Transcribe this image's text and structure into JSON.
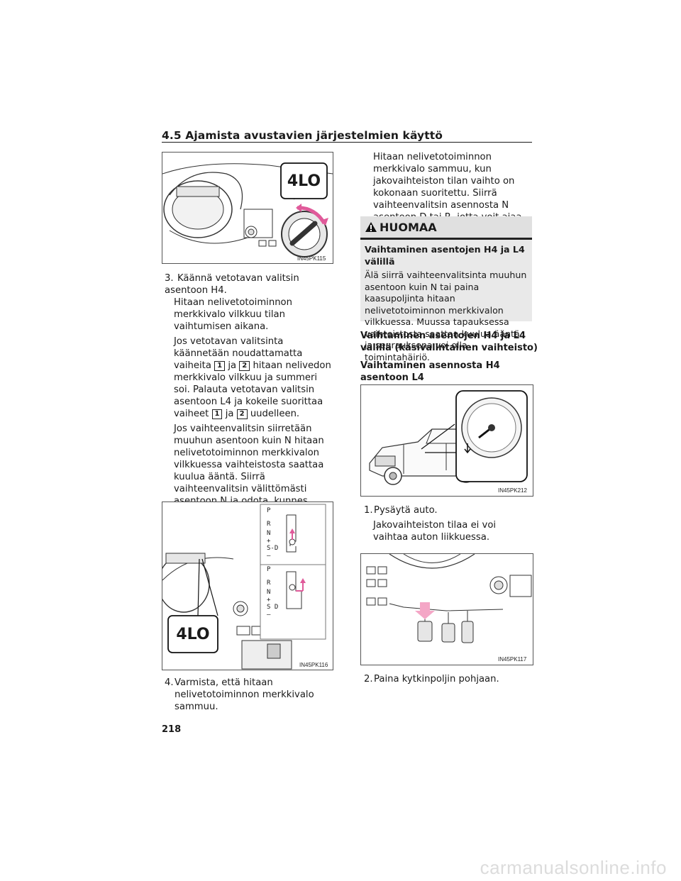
{
  "header": {
    "title": "4.5  Ajamista avustavien järjestelmien käyttö"
  },
  "fig1": {
    "code": "IN45PK115",
    "badge": "4LO"
  },
  "step3": {
    "num": "3.",
    "line": "Käännä vetotavan valitsin asentoon H4.",
    "p1": "Hitaan nelivetotoiminnon merkkivalo vilkkuu tilan vaihtumisen aikana.",
    "p2a": "Jos vetotavan valitsinta käännetään noudattamatta vaiheita",
    "p2b": "ja",
    "p2c": "hitaan nelivedon merkkivalo vilkkuu ja summeri soi. Palauta vetotavan valitsin asentoon L4 ja kokeile suorittaa vaiheet",
    "p2d": "ja",
    "p2e": "uudelleen.",
    "box1": "1",
    "box2": "2",
    "p3": "Jos vaihteenvalitsin siirretään muuhun asentoon kuin N hitaan nelivetotoiminnon merkkivalon vilkkuessa vaihteistosta saattaa kuulua ääntä. Siirrä vaihteenvalitsin välittömästi asentoon N ja odota, kunnes jakovaihteiston tilan vaihto on kokonaan suoritettu."
  },
  "fig2": {
    "code": "IN45PK116",
    "badge": "4LO",
    "gate_upper": [
      "P",
      "R",
      "N",
      "+",
      "S-D",
      "–"
    ],
    "gate_lower": [
      "P",
      "R",
      "N",
      "+",
      "S",
      "D",
      "–"
    ]
  },
  "step4": {
    "num": "4.",
    "text": "Varmista, että hitaan nelivetotoiminnon merkkivalo sammuu."
  },
  "right_intro": "Hitaan nelivetotoiminnon merkkivalo sammuu, kun jakovaihteiston tilan vaihto on kokonaan suoritettu. Siirrä vaihteenvalitsin asennosta N asentoon D tai R, jotta voit ajaa autoa.",
  "notice": {
    "title": "HUOMAA",
    "subtitle": "Vaihtaminen asentojen H4 ja L4 välillä",
    "body": "Älä siirrä vaihteenvalitsinta muuhun asentoon kuin N tai paina kaasupoljinta hitaan nelivetotoiminnon merkkivalon vilkkuessa. Muussa tapauksessa vaihteistosta saattaa kuulua ääntä ja seurauksena voi olla toimintahäiriö."
  },
  "section_title": "Vaihtaminen asentojen H4 ja L4 välillä (käsivalintainen vaihteisto)",
  "section_sub": "Vaihtaminen asennosta H4 asentoon L4",
  "fig3": {
    "code": "IN45PK212"
  },
  "rstep1": {
    "num": "1.",
    "text": "Pysäytä auto.",
    "p": "Jakovaihteiston tilaa ei voi vaihtaa auton liikkuessa."
  },
  "fig4": {
    "code": "IN45PK117"
  },
  "rstep2": {
    "num": "2.",
    "text": "Paina kytkinpoljin pohjaan."
  },
  "page_number": "218",
  "watermark": "carmanualsonline.info"
}
